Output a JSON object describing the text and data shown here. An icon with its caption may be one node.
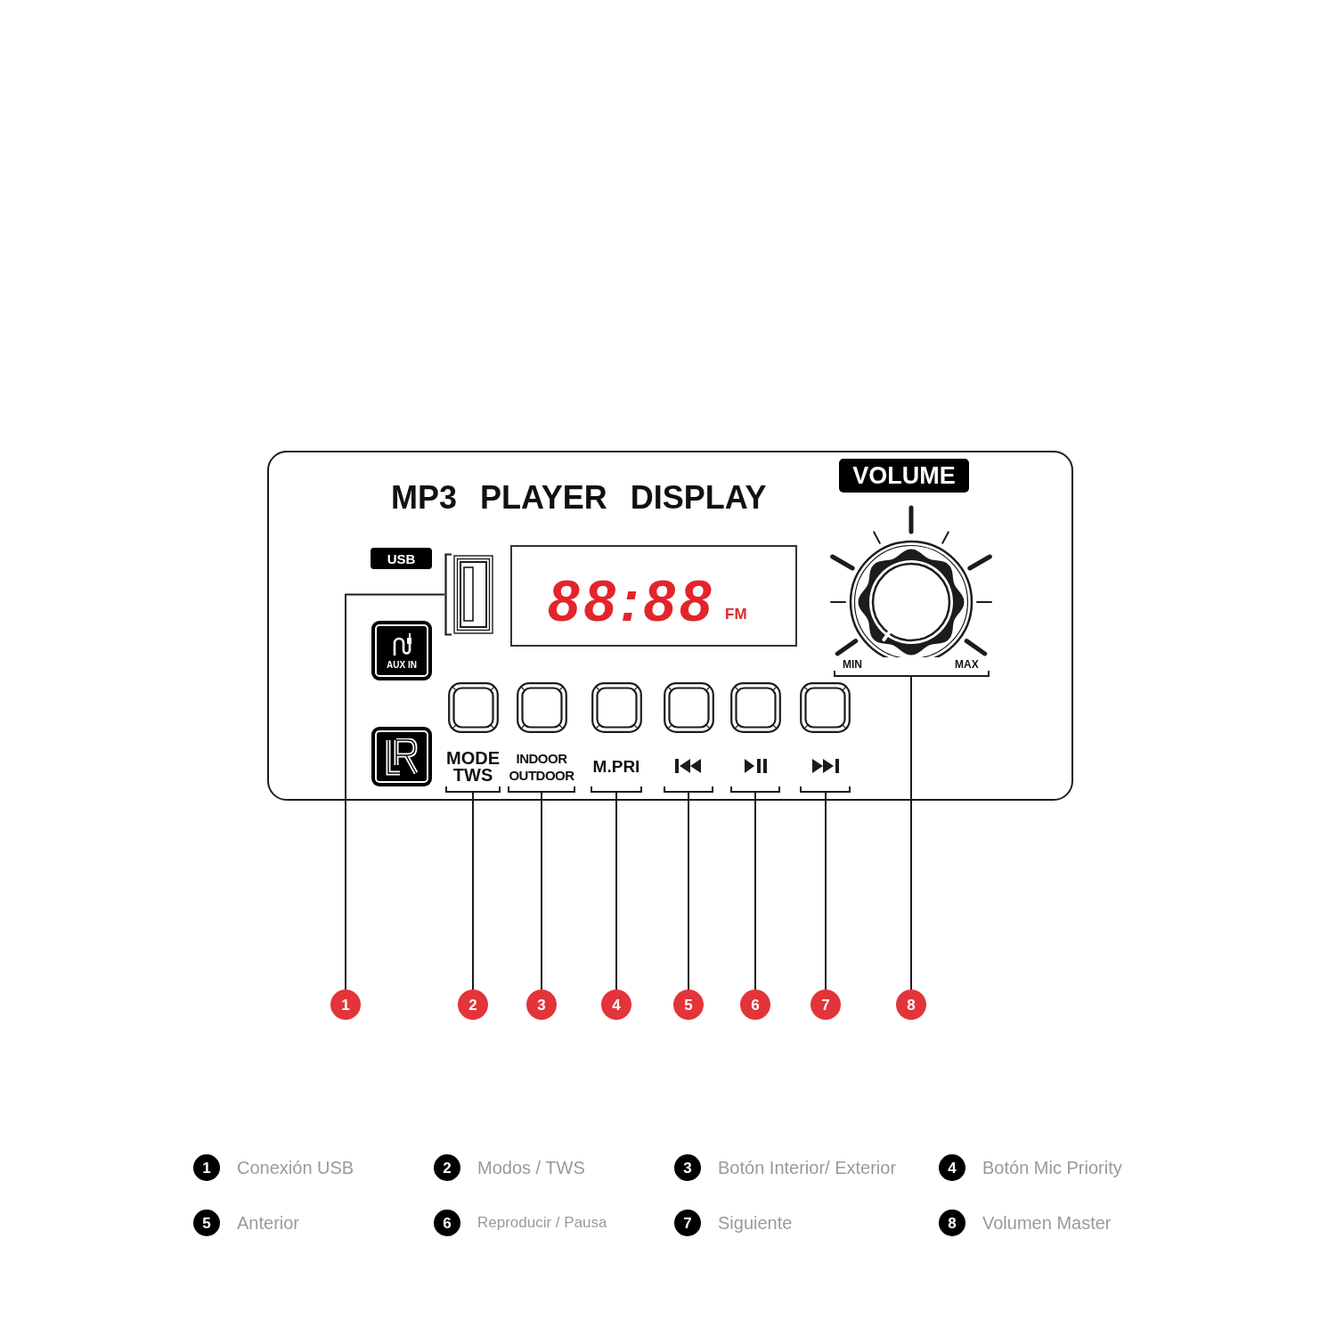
{
  "diagram": {
    "nodes": [
      {
        "text": [
          "MP3 PLAYER DISPLAY"
        ]
      },
      {
        "text": [
          "VOLUME"
        ],
        "in": 0
      },
      {
        "text": [
          "USB"
        ],
        "in": 0
      },
      {
        "text": [],
        "shape": "box",
        "in": 0
      },
      {
        "text": [
          "88:88",
          "FM"
        ],
        "in": 0
      },
      {
        "text": [],
        "shape": "circle",
        "beside": [
          "MIN",
          "MAX"
        ],
        "in": 0
      },
      {
        "text": [
          "AUX IN"
        ],
        "in": 0
      },
      {
        "text": [],
        "shape": "picture",
        "in": 0
      },
      {
        "text": [
          "MODE TWS"
        ],
        "in": 0
      },
      {
        "text": [
          "INDOOR OUTDOOR"
        ],
        "in": 0
      },
      {
        "text": [
          "M.PRI"
        ],
        "in": 0
      },
      {
        "text": [],
        "shape": "picture",
        "in": 0
      },
      {
        "text": [],
        "shape": "picture",
        "in": 0
      },
      {
        "text": [],
        "shape": "picture",
        "in": 0
      },
      {
        "text": [
          "1"
        ]
      },
      {
        "text": [
          "2"
        ]
      },
      {
        "text": [
          "3"
        ]
      },
      {
        "text": [
          "4"
        ]
      },
      {
        "text": [
          "5"
        ]
      },
      {
        "text": [
          "6"
        ]
      },
      {
        "text": [
          "7"
        ]
      },
      {
        "text": [
          "8"
        ]
      }
    ],
    "edges": [
      {
        "from": 14,
        "to": 3,
        "arrow": "none"
      },
      {
        "from": 15,
        "to": 8,
        "arrow": "none"
      },
      {
        "from": 16,
        "to": 9,
        "arrow": "none"
      },
      {
        "from": 17,
        "to": 10,
        "arrow": "none"
      },
      {
        "from": 18,
        "to": 11,
        "arrow": "none"
      },
      {
        "from": 19,
        "to": 12,
        "arrow": "none"
      },
      {
        "from": 20,
        "to": 13,
        "arrow": "none"
      },
      {
        "from": 21,
        "to": 5,
        "arrow": "none"
      }
    ],
    "labels": [
      "1",
      "Conexión USB",
      "2",
      "Modos / TWS",
      "3",
      "Botón Interior/ Exterior",
      "4",
      "Botón Mic Priority",
      "5",
      "Anterior",
      "6",
      "Reproducir / Pausa",
      "7",
      "Siguiente",
      "8",
      "Volumen Master"
    ]
  }
}
